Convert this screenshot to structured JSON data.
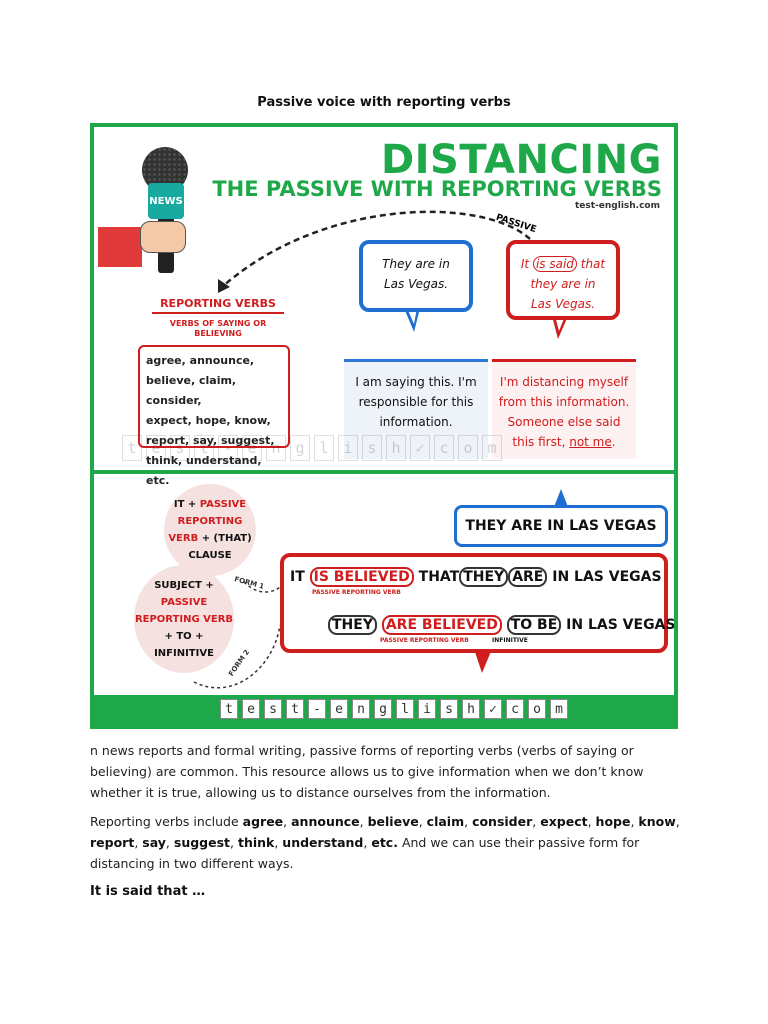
{
  "doc": {
    "title": "Passive voice with reporting verbs",
    "heading": "It is said that …"
  },
  "infographic": {
    "title": "DISTANCING",
    "subtitle": "THE PASSIVE WITH REPORTING VERBS",
    "site": "test-english.com",
    "mic_label": "NEWS",
    "passive_label": "PASSIVE",
    "rv_heading": "REPORTING VERBS",
    "rv_sub": "VERBS OF SAYING OR BELIEVING",
    "rv_lines": [
      "agree, announce,",
      "believe, claim, consider,",
      "expect, hope, know,",
      "report, say, suggest,",
      "think, understand, etc."
    ],
    "bubble_blue_lines": [
      "They are in",
      "Las Vegas."
    ],
    "bubble_red": {
      "pre": "It",
      "hl": "is said",
      "post": "that",
      "lines": [
        "they are in",
        "Las Vegas."
      ]
    },
    "exp_blue_lines": [
      "I am saying this. I'm",
      "responsible for this",
      "information."
    ],
    "exp_red_lines": [
      "I'm distancing myself",
      "from this information.",
      "Someone else said"
    ],
    "exp_red_last_pre": "this first,",
    "exp_red_last_u": "not me",
    "exp_red_last_post": ".",
    "circle1": {
      "l1a": "IT + ",
      "l1b": "PASSIVE",
      "l2": "REPORTING",
      "l3a": "VERB",
      "l3b": " + (THAT)",
      "l4": "CLAUSE"
    },
    "circle2": {
      "l1": "SUBJECT +",
      "l2": "PASSIVE",
      "l3": "REPORTING VERB",
      "l4": "+ TO +",
      "l5": "INFINITIVE"
    },
    "vegas": "THEY ARE IN LAS VEGAS",
    "line1": {
      "it": "IT",
      "pv": "IS BELIEVED",
      "that": "THAT",
      "they": "THEY",
      "are": "ARE",
      "rest": "IN LAS VEGAS",
      "note": "PASSIVE REPORTING VERB"
    },
    "line2": {
      "they": "THEY",
      "pv": "ARE BELIEVED",
      "tobe": "TO BE",
      "rest": "IN LAS VEGAS",
      "note": "PASSIVE REPORTING VERB",
      "note2": "INFINITIVE"
    },
    "form1": "FORM 1",
    "form2": "FORM 2",
    "watermark": [
      "t",
      "e",
      "s",
      "t",
      "-",
      "e",
      "n",
      "g",
      "l",
      "i",
      "s",
      "h",
      "✓",
      "c",
      "o",
      "m"
    ]
  },
  "body": {
    "p1": "n news reports and formal writing, passive forms of reporting verbs (verbs of saying or believing) are common. This resource allows us to give information when we don’t know whether it is true, allowing us to distance ourselves from the information.",
    "p2_pre": "Reporting verbs include ",
    "p2_verbs": [
      "agree",
      "announce",
      "believe",
      "claim",
      "consider",
      "expect",
      "hope",
      "know",
      "report",
      "say",
      "suggest",
      "think",
      "understand",
      "etc."
    ],
    "p2_post": " And we can use their passive form for distancing in two different ways."
  },
  "colors": {
    "green": "#1ea84a",
    "red": "#d01d1d",
    "blue": "#1f6fd1"
  }
}
